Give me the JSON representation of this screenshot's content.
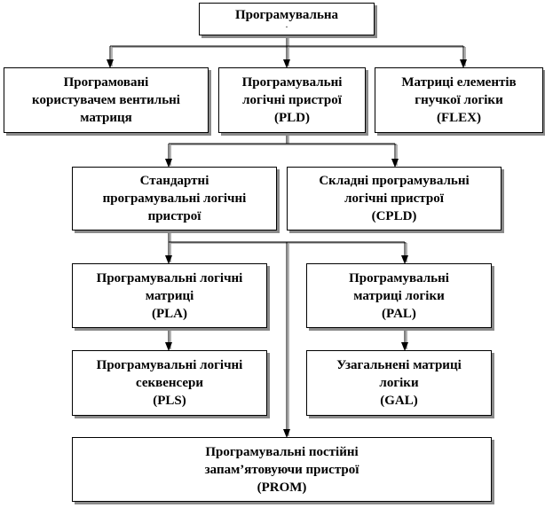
{
  "nodes": {
    "root": {
      "lines": [
        "Програмувальна",
        "."
      ]
    },
    "fpga": {
      "lines": [
        "Програмовані",
        "користувачем вентильні",
        "матриця"
      ]
    },
    "pld": {
      "lines": [
        "Програмувальні",
        "логічні пристрої",
        "(PLD)"
      ]
    },
    "flex": {
      "lines": [
        "Матриці елементів",
        "гнучкої логіки",
        "(FLEX)"
      ]
    },
    "spld": {
      "lines": [
        "Стандартні",
        "програмувальні логічні",
        "пристрої"
      ]
    },
    "cpld": {
      "lines": [
        "Складні програмувальні",
        "логічні пристрої",
        "(CPLD)"
      ]
    },
    "pla": {
      "lines": [
        "Програмувальні логічні",
        "матриці",
        "(PLA)"
      ]
    },
    "pal": {
      "lines": [
        "Програмувальні",
        "матриці логіки",
        "(PAL)"
      ]
    },
    "pls": {
      "lines": [
        "Програмувальні логічні",
        "секвенсери",
        "(PLS)"
      ]
    },
    "gal": {
      "lines": [
        "Узагальнені матриці",
        "логіки",
        "(GAL)"
      ]
    },
    "prom": {
      "lines": [
        "Програмувальні постійні",
        "запам’ятовуючи пристрої",
        "(PROM)"
      ]
    }
  }
}
